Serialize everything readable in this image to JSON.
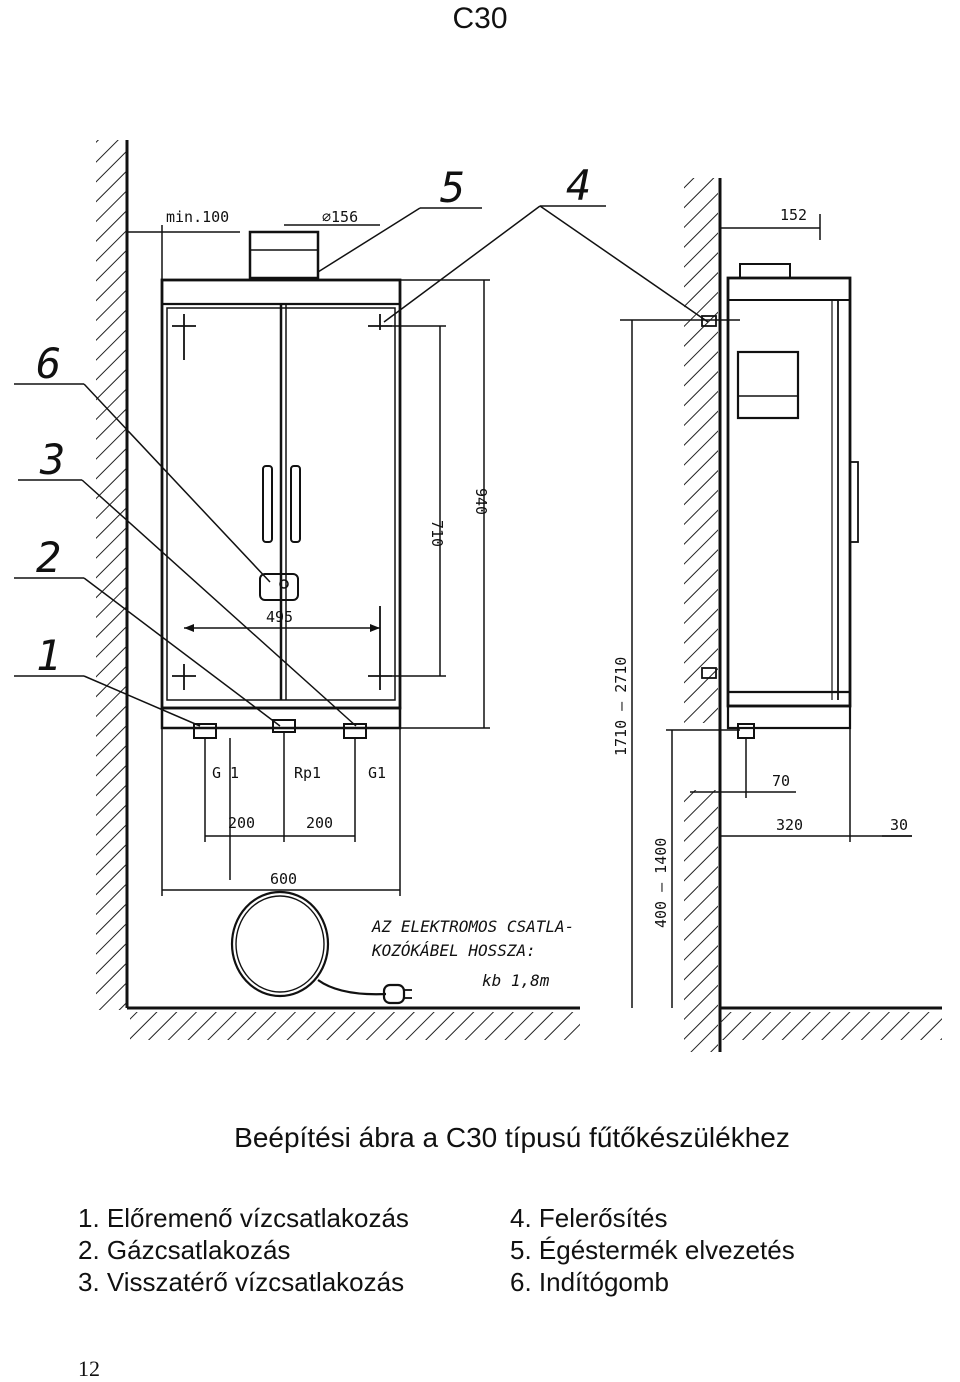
{
  "header": {
    "title": "C30"
  },
  "drawing": {
    "callouts": [
      "1",
      "2",
      "3",
      "4",
      "5",
      "6"
    ],
    "dims": {
      "min_clearance": "min.100",
      "flue_diameter": "⌀156",
      "hole_spacing": "495",
      "hole_height": "710",
      "total_height": "940",
      "conn_g1_left": "G 1",
      "conn_rp1": "Rp1",
      "conn_g1_right": "G1",
      "spacing_a": "200",
      "spacing_b": "200",
      "width": "600",
      "side_depth_top": "152",
      "side_conn_offset": "70",
      "side_depth": "320",
      "side_gap": "30",
      "mount_height_range": "1710 — 2710",
      "floor_clearance_range": "400 — 1400"
    },
    "cable_note": [
      "AZ ELEKTROMOS CSATLA-",
      "KOZÓKÁBEL HOSSZA:",
      "kb 1,8m"
    ]
  },
  "caption": "Beépítési ábra a C30 típusú fűtőkészülékhez",
  "legend": {
    "left": [
      "1. Előremenő vízcsatlakozás",
      "2. Gázcsatlakozás",
      "3. Visszatérő vízcsatlakozás"
    ],
    "right": [
      "4. Felerősítés",
      "5. Égéstermék elvezetés",
      "6. Indítógomb"
    ]
  },
  "page_number": "12"
}
